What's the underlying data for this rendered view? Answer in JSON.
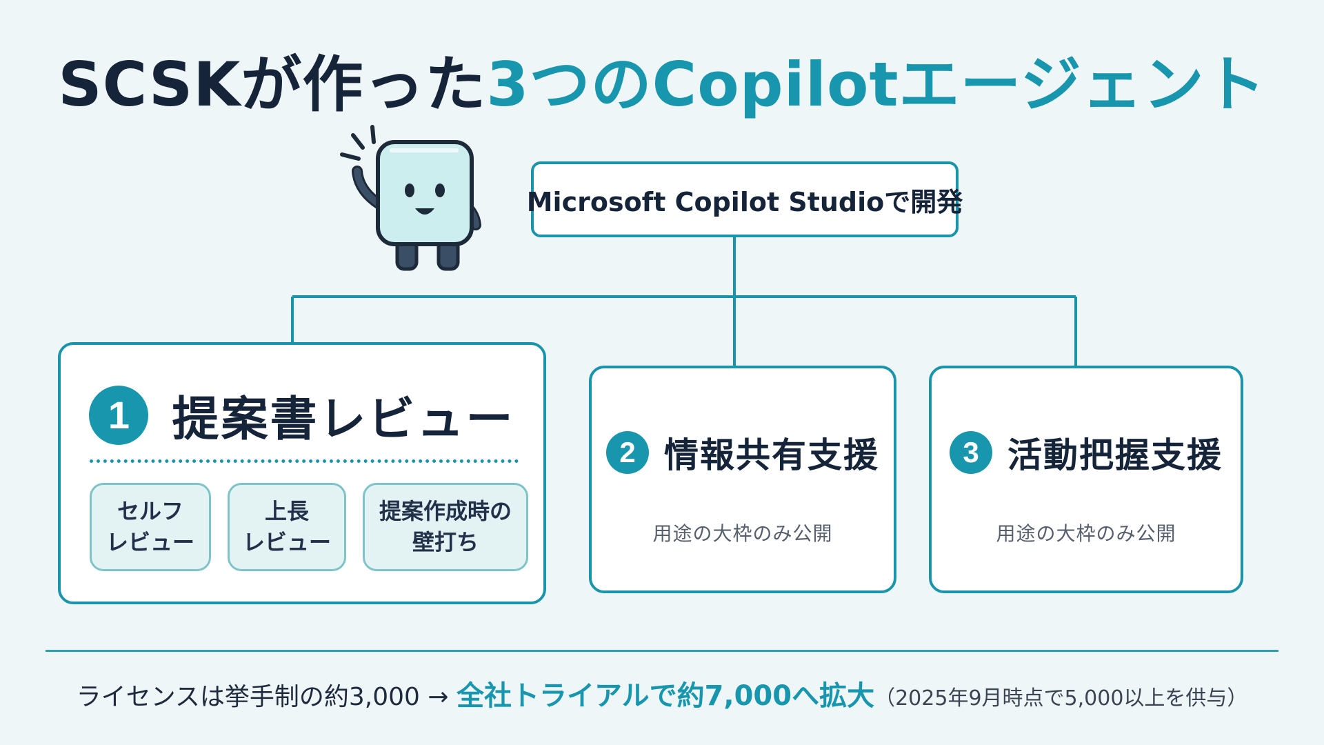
{
  "title": {
    "part1": "SCSKが作った",
    "part2": "3つのCopilotエージェント"
  },
  "root": {
    "label": "Microsoft Copilot Studioで開発"
  },
  "cards": [
    {
      "number": "1",
      "title": "提案書レビュー",
      "subitems": [
        {
          "line1": "セルフ",
          "line2": "レビュー"
        },
        {
          "line1": "上長",
          "line2": "レビュー"
        },
        {
          "line1": "提案作成時の",
          "line2": "壁打ち"
        }
      ]
    },
    {
      "number": "2",
      "title": "情報共有支援",
      "note": "用途の大枠のみ公開"
    },
    {
      "number": "3",
      "title": "活動把握支援",
      "note": "用途の大枠のみ公開"
    }
  ],
  "footer": {
    "lead": "ライセンスは挙手制の約3,000 → ",
    "highlight": "全社トライアルで約7,000へ拡大",
    "note": "（2025年9月時点で5,000以上を供与）"
  },
  "colors": {
    "accent": "#1796ad",
    "dark": "#16243a",
    "background": "#eff6f8",
    "mascot": "#cdeeef"
  },
  "mascot": {
    "icon": "cube-mascot-icon"
  }
}
